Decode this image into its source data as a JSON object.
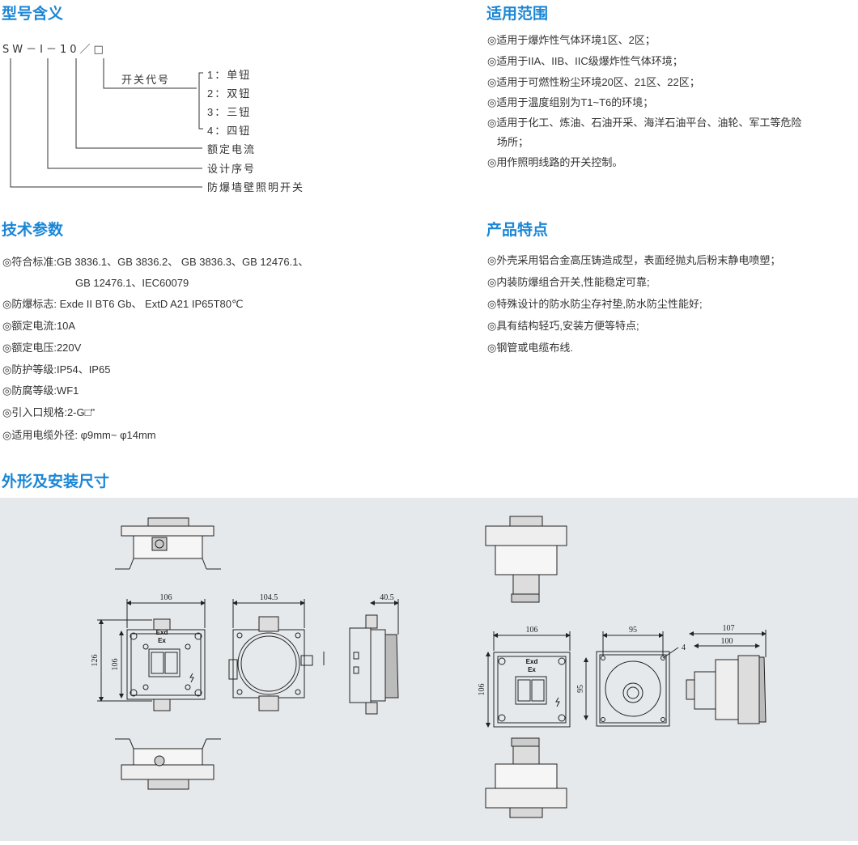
{
  "model": {
    "title": "型号含义",
    "code": "SW－Ⅰ－10／□",
    "switch_code_label": "开关代号",
    "switch_options": [
      "1：单钮",
      "2：双钮",
      "3：三钮",
      "4：四钮"
    ],
    "rated_current_label": "额定电流",
    "design_serial_label": "设计序号",
    "product_label": "防爆墙壁照明开关"
  },
  "scope": {
    "title": "适用范围",
    "items": [
      "◎适用于爆炸性气体环境1区、2区；",
      "◎适用于IIA、IIB、IIC级爆炸性气体环境；",
      "◎适用于可燃性粉尘环境20区、21区、22区；",
      "◎适用于温度组别为T1~T6的环境；",
      "◎适用于化工、炼油、石油开采、海洋石油平台、油轮、军工等危险",
      "场所；",
      "◎用作照明线路的开关控制。"
    ]
  },
  "tech": {
    "title": "技术参数",
    "items": [
      "◎符合标准:GB 3836.1、GB 3836.2、 GB 3836.3、GB 12476.1、",
      "GB 12476.1、IEC60079",
      "◎防爆标志: Exde II BT6 Gb、 ExtD A21 IP65T80℃",
      "◎额定电流:10A",
      "◎额定电压:220V",
      "◎防护等级:IP54、IP65",
      "◎防腐等级:WF1",
      "◎引入口规格:2-G□\"",
      "◎适用电缆外径: φ9mm~ φ14mm"
    ]
  },
  "features": {
    "title": "产品特点",
    "items": [
      "◎外壳采用铝合金高压铸造成型，表面经抛丸后粉末静电喷塑；",
      "◎内装防爆组合开关,性能稳定可靠;",
      "◎特殊设计的防水防尘存衬垫,防水防尘性能好;",
      "◎具有结构轻巧,安装方便等特点;",
      "◎钢管或电缆布线."
    ]
  },
  "dimensions": {
    "title": "外形及安装尺寸",
    "left": {
      "width": "106",
      "height_outer": "126",
      "height_inner": "106",
      "round_width": "104.5",
      "side_depth": "40.5",
      "label_exd": "Exd",
      "label_ex": "Ex"
    },
    "right": {
      "width": "106",
      "height": "106",
      "mount_width": "95",
      "mount_height": "95",
      "hole": "4",
      "depth_outer": "107",
      "depth_inner": "100",
      "label_exd": "Exd",
      "label_ex": "Ex"
    }
  }
}
